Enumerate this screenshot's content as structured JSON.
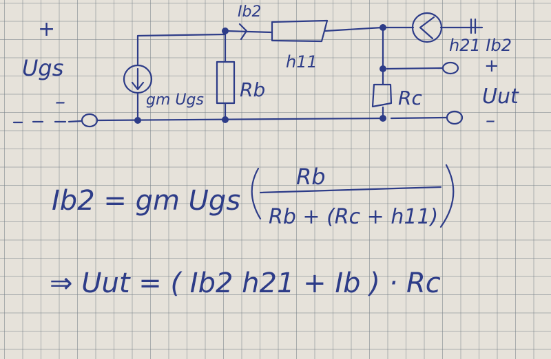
{
  "colors": {
    "ink": "#2d3c88",
    "paper": "#e6e2da"
  },
  "circuit": {
    "input_plus": "+",
    "input_label": "Ugs",
    "input_minus": "–",
    "current_source_label": "gm Ugs",
    "rb_label": "Rb",
    "ib2_label": "Ib2",
    "h11_label": "h11",
    "h21_source_label": "h21 Ib2",
    "rc_label": "Rc",
    "output_plus": "+",
    "output_label": "Uut",
    "output_minus": "–"
  },
  "equations": {
    "eq1_lhs": "Ib2 = gm Ugs",
    "eq1_numerator": "Rb",
    "eq1_denominator": "Rb + (Rc + h11)",
    "eq2": "⇒ Uut = ( Ib2 h21 + Ib ) · Rc"
  }
}
